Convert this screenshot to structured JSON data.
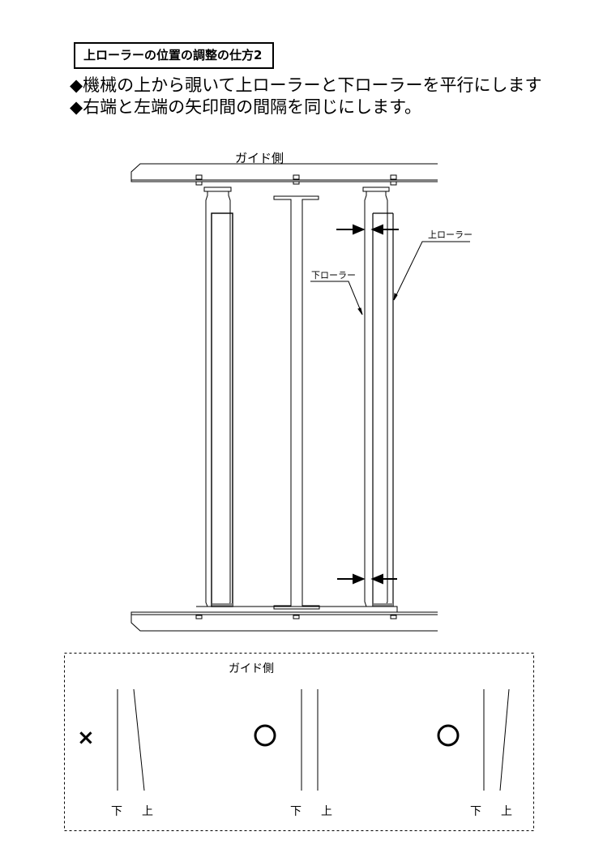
{
  "title": "上ローラーの位置の調整の仕方2",
  "instructions": [
    "◆機械の上から覗いて上ローラーと下ローラーを平行にします",
    "◆右端と左端の矢印間の間隔を同じにします。"
  ],
  "diagram": {
    "guide_side_label": "ガイド側",
    "upper_roller_label": "上ローラー",
    "lower_roller_label": "下ローラー"
  },
  "examples": {
    "guide_side_label": "ガイド側",
    "items": [
      {
        "mark": "×",
        "lower": "下",
        "upper": "上"
      },
      {
        "mark": "○",
        "lower": "下",
        "upper": "上"
      },
      {
        "mark": "○",
        "lower": "下",
        "upper": "上"
      }
    ]
  }
}
